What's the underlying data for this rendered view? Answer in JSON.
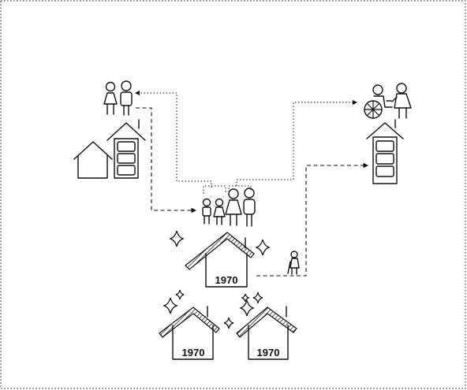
{
  "house_labels": {
    "center": "1970",
    "bottom_left": "1970",
    "bottom_right": "1970"
  },
  "colors": {
    "line": "#111111",
    "background": "#ffffff"
  },
  "icons": [
    "couple-icon",
    "small-house-icon",
    "tall-storage-house-icon",
    "family-icon",
    "elderly-care-icon",
    "elderly-person-icon",
    "sparkle-icon"
  ]
}
